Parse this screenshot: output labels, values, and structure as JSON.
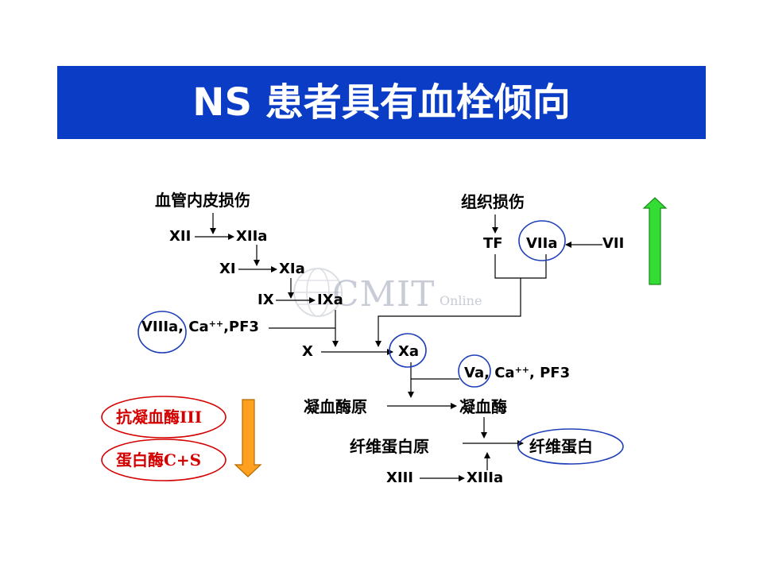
{
  "title": "NS 患者具有血栓倾向",
  "watermark": {
    "logo": "CMIT",
    "sub": "Online"
  },
  "colors": {
    "title_bg": "#0a3cc6",
    "title_text": "#ffffff",
    "circle": "#1f3fb8",
    "red_oval": "#d40000",
    "arrow_up": "#22cc22",
    "arrow_down": "#ff9900"
  },
  "nodes": {
    "vascular_injury": "血管内皮损伤",
    "xii": "XII",
    "xiia": "XIIa",
    "xi": "XI",
    "xia": "XIa",
    "ix": "IX",
    "ixa": "IXa",
    "viiia": "VIIIa",
    "viiia_cofactors": ", Ca",
    "viiia_sup": "++",
    "viiia_pf3": ",PF3",
    "tissue_injury": "组织损伤",
    "tf": "TF",
    "viia": "VIIa",
    "vii": "VII",
    "x": "X",
    "xa": "Xa",
    "va": "Va",
    "va_cofactors": ", Ca",
    "va_sup": "++",
    "va_pf3": ", PF3",
    "prothrombin": "凝血酶原",
    "thrombin": "凝血酶",
    "fibrinogen": "纤维蛋白原",
    "fibrin": "纤维蛋白",
    "xiii": "XIII",
    "xiiia": "XIIIa"
  },
  "inhibitors": {
    "antithrombin": "抗凝血酶III",
    "protein": "蛋白酶C+S"
  }
}
